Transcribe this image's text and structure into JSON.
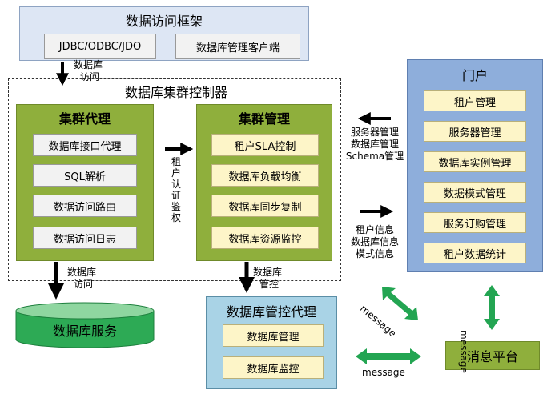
{
  "top_frame": {
    "title": "数据访问框架",
    "items": [
      "JDBC/ODBC/JDO",
      "数据库管理客户端"
    ]
  },
  "top_arrow_label": [
    "数据库",
    "访问"
  ],
  "controller": {
    "title": "数据库集群控制器"
  },
  "proxy": {
    "title": "集群代理",
    "items": [
      "数据库接口代理",
      "SQL解析",
      "数据访问路由",
      "数据访问日志"
    ]
  },
  "tenant_auth_label": [
    "租",
    "户",
    "认",
    "证",
    "鉴",
    "权"
  ],
  "cluster_mgmt": {
    "title": "集群管理",
    "items": [
      "租户SLA控制",
      "数据库负载均衡",
      "数据库同步复制",
      "数据库资源监控"
    ]
  },
  "portal": {
    "title": "门户",
    "items": [
      "租户管理",
      "服务器管理",
      "数据库实例管理",
      "数据模式管理",
      "服务订购管理",
      "租户数据统计"
    ]
  },
  "portal_to_mgmt_label": [
    "服务器管理",
    "数据库管理",
    "Schema管理"
  ],
  "mgmt_to_portal_label": [
    "租户信息",
    "数据库信息",
    "模式信息"
  ],
  "db_service": {
    "title": "数据库服务"
  },
  "db_access_label": [
    "数据库",
    "访问"
  ],
  "db_control_label": [
    "数据库",
    "管控"
  ],
  "mgmt_agent": {
    "title": "数据库管控代理",
    "items": [
      "数据库管理",
      "数据库监控"
    ]
  },
  "msg_platform": {
    "title": "消息平台"
  },
  "message_labels": [
    "message",
    "message",
    "message"
  ],
  "colors": {
    "green_panel": "#8faf3c",
    "blue_panel": "#8eaedb",
    "light_blue_panel": "#a9d3e6",
    "top_frame": "#dde6f4",
    "green_arrow": "#23a552",
    "cream_chip": "#fdf5c8"
  }
}
